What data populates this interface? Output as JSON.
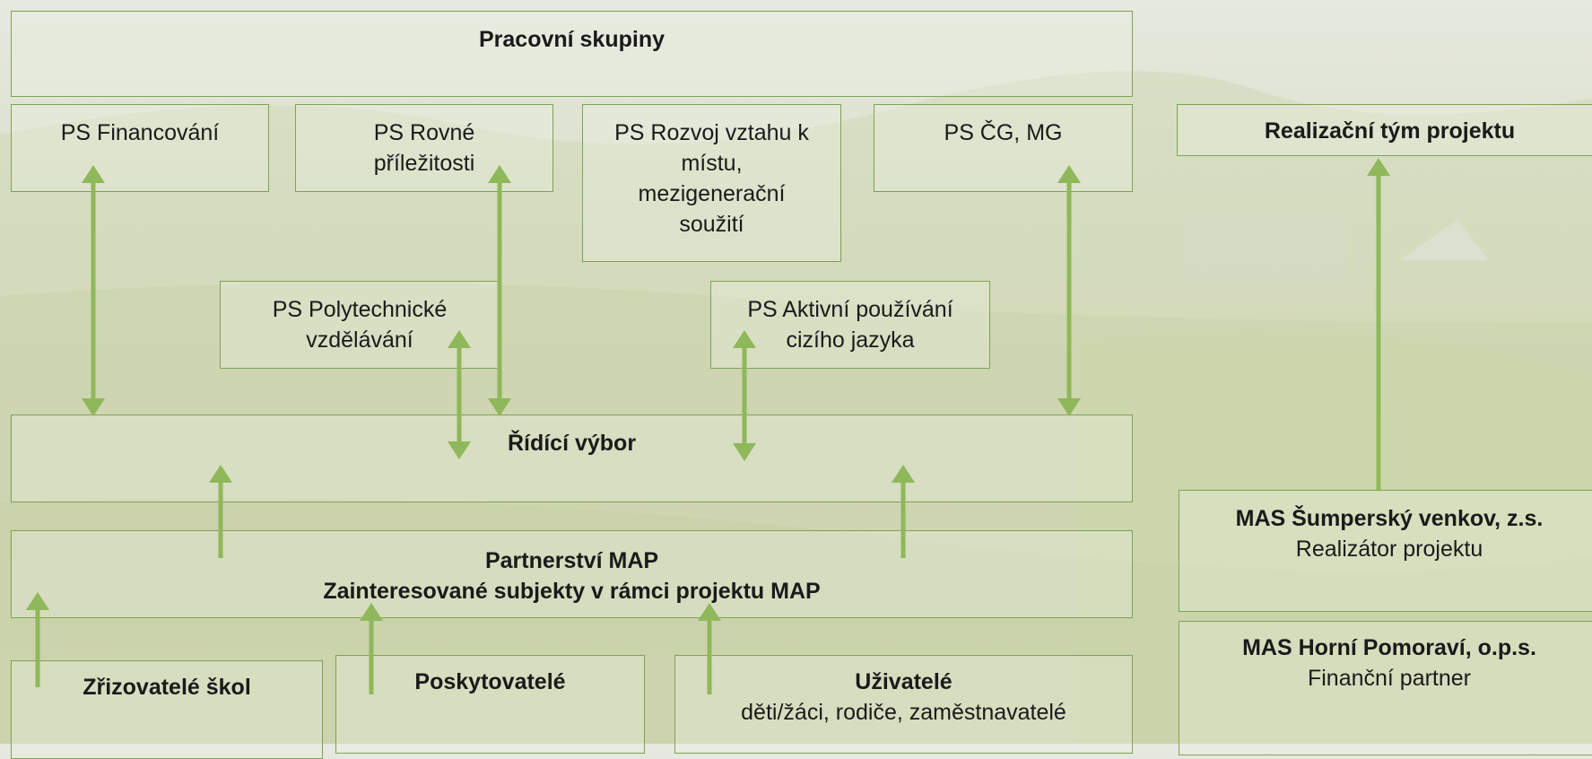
{
  "diagram": {
    "working_groups_title": "Pracovní skupiny",
    "groups": {
      "financovani": "PS Financování",
      "rovne": [
        "PS Rovné",
        "příležitosti"
      ],
      "rozvoj": [
        "PS Rozvoj vztahu k",
        "místu,",
        "mezigenerační",
        "soužití"
      ],
      "cg_mg": "PS ČG, MG",
      "polytechnicke": [
        "PS Polytechnické",
        "vzdělávání"
      ],
      "aktivni": [
        "PS Aktivní používání",
        "cizího jazyka"
      ]
    },
    "steering_committee": "Řídící výbor",
    "partnership": [
      "Partnerství MAP",
      "Zainteresované subjekty v rámci projektu MAP"
    ],
    "stakeholders": {
      "zrizovatele": "Zřizovatelé škol",
      "poskytovatele": "Poskytovatelé",
      "uzivatele_title": "Uživatelé",
      "uzivatele_sub": "děti/žáci, rodiče, zaměstnavatelé"
    },
    "project_team": "Realizační tým projektu",
    "implementer": {
      "name": "MAS Šumperský venkov, z.s.",
      "role": "Realizátor projektu"
    },
    "finance_partner": {
      "name": "MAS Horní Pomoraví, o.p.s.",
      "role": "Finanční partner"
    }
  },
  "colors": {
    "border": "#7fa255",
    "arrow": "#8fb85a",
    "text": "#1a1a1a"
  }
}
